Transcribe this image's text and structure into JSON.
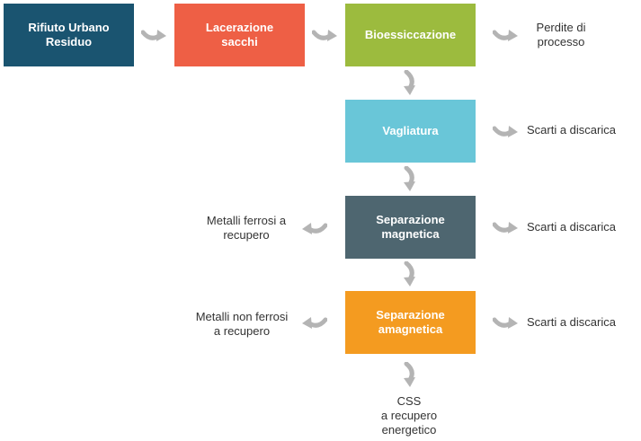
{
  "colors": {
    "rifiuto": "#1a5470",
    "lacerazione": "#ee5f45",
    "bioessiccazione": "#9cbb3e",
    "vagliatura": "#69c6d8",
    "separazione_magnetica": "#4e6670",
    "separazione_amagnetica": "#f49b20",
    "arrow": "#b4b4b4"
  },
  "boxes": {
    "rifiuto": "Rifiuto Urbano\nResiduo",
    "lacerazione": "Lacerazione\nsacchi",
    "bioessiccazione": "Bioessiccazione",
    "vagliatura": "Vagliatura",
    "separazione_magnetica": "Separazione\nmagnetica",
    "separazione_amagnetica": "Separazione\namagnetica"
  },
  "outputs": {
    "perdite": "Perdite di\nprocesso",
    "scarti_vagliatura": "Scarti a discarica",
    "scarti_magnetica": "Scarti a discarica",
    "scarti_amagnetica": "Scarti a discarica",
    "metalli_ferrosi": "Metalli ferrosi a\nrecupero",
    "metalli_non_ferrosi": "Metalli non ferrosi\na recupero",
    "css": "CSS\na recupero\nenergetico"
  },
  "icons": {
    "flow_arrow": "curved-arrow-icon"
  }
}
